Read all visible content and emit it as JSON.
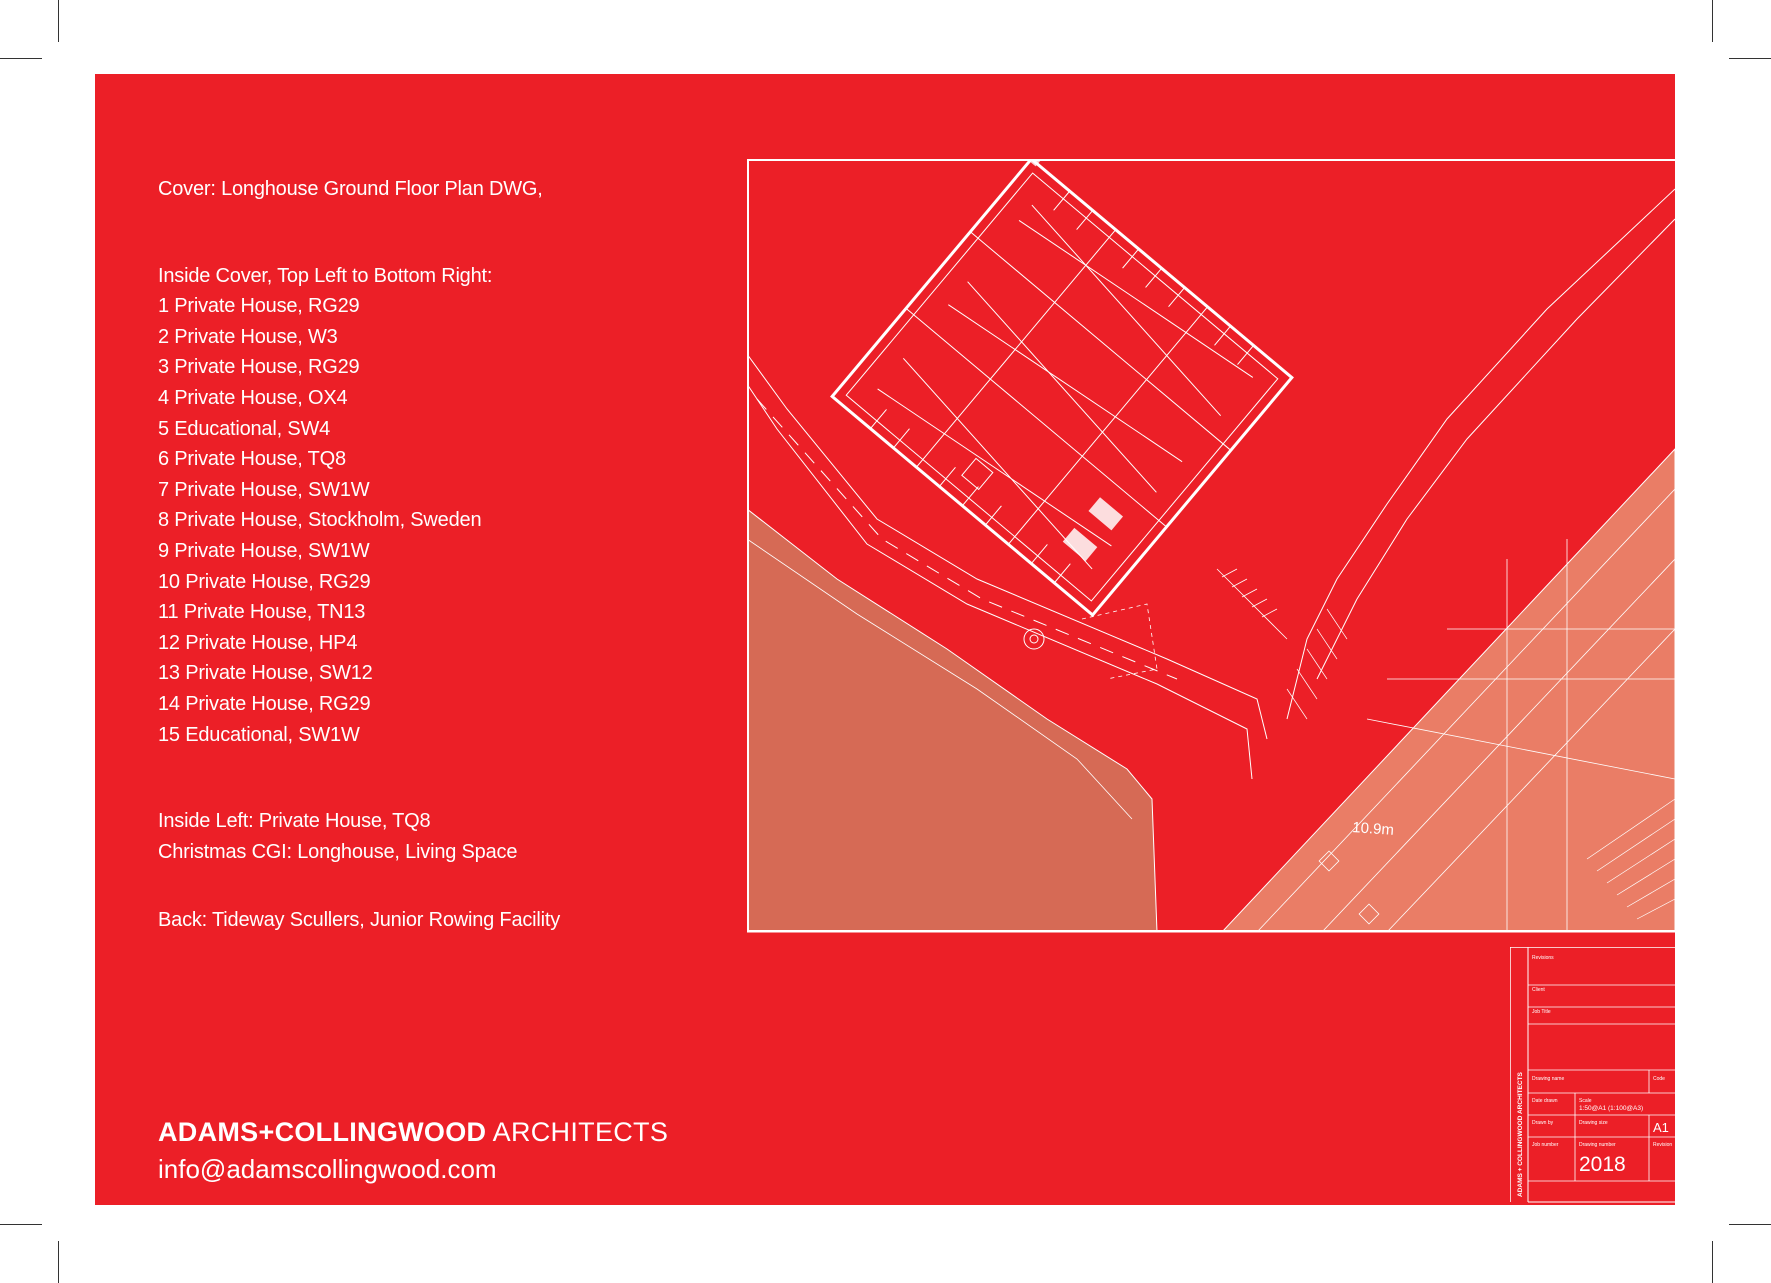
{
  "credits": {
    "cover": "Cover: Longhouse Ground Floor Plan DWG,",
    "inside_cover_heading": "Inside Cover, Top Left to Bottom Right:",
    "projects": [
      "1 Private House, RG29",
      "2 Private House, W3",
      "3 Private House, RG29",
      "4 Private House, OX4",
      "5 Educational, SW4",
      "6 Private House, TQ8",
      "7 Private House, SW1W",
      "8 Private House, Stockholm, Sweden",
      "9 Private House, SW1W",
      "10 Private House, RG29",
      "11 Private House, TN13",
      "12 Private House, HP4",
      "13 Private House, SW12",
      "14 Private House, RG29",
      "15 Educational, SW1W"
    ],
    "inside_left": "Inside Left: Private House, TQ8",
    "christmas_cgi": "Christmas CGI: Longhouse, Living Space",
    "back": "Back: Tideway Scullers, Junior Rowing Facility"
  },
  "brand": {
    "name_bold": "ADAMS+COLLINGWOOD",
    "name_light": " ARCHITECTS",
    "email": "info@adamscollingwood.com"
  },
  "plan": {
    "dimension_label": "10.9m"
  },
  "title_block": {
    "vertical_name": "ADAMS + COLLINGWOOD ARCHITECTS",
    "revisions": "Revisions",
    "client": "Client",
    "job_title": "Job Title",
    "drawing_name": "Drawing name",
    "code": "Code",
    "date_drawn": "Date drawn",
    "scale_label": "Scale",
    "scale_value": "1:50@A1 (1:100@A3)",
    "drawn_by": "Drawn by",
    "drawing_size_label": "Drawing size",
    "drawing_size_value": "A1",
    "job_number": "Job number",
    "drawing_number": "Drawing number",
    "year": "2018",
    "revision": "Revision"
  },
  "colors": {
    "background_red": "#ec1f27",
    "site_terracotta": "#d66a55",
    "road_salmon": "#ea7d66",
    "line_white": "#ffffff"
  }
}
